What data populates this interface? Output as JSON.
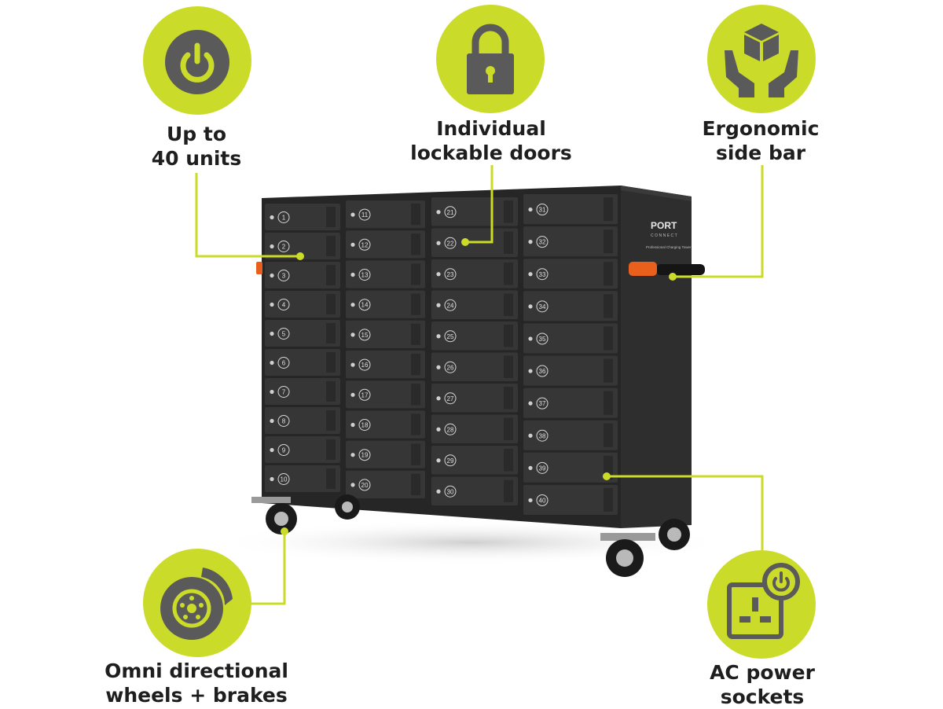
{
  "colors": {
    "accent": "#cbdb2a",
    "icon": "#5a5a5a",
    "cabinet": "#2b2b2b",
    "door": "#333333",
    "handle": "#e8601c"
  },
  "features": {
    "units": {
      "line1": "Up to",
      "line2": "40 units",
      "icon": "power-icon"
    },
    "doors": {
      "line1": "Individual",
      "line2": "lockable doors",
      "icon": "padlock-icon"
    },
    "sidebar": {
      "line1": "Ergonomic",
      "line2": "side bar",
      "icon": "hands-box-icon"
    },
    "wheels": {
      "line1": "Omni directional",
      "line2": "wheels  + brakes",
      "icon": "brake-disc-icon"
    },
    "power": {
      "line1": "AC power",
      "line2": "sockets",
      "icon": "power-socket-icon"
    }
  },
  "cabinet": {
    "brand": "PORT",
    "brand_sub": "CONNECT",
    "tagline": "Professional Charging Tower",
    "bays": [
      "1",
      "2",
      "3",
      "4",
      "5",
      "6",
      "7",
      "8",
      "9",
      "10",
      "11",
      "12",
      "13",
      "14",
      "15",
      "16",
      "17",
      "18",
      "19",
      "20",
      "21",
      "22",
      "23",
      "24",
      "25",
      "26",
      "27",
      "28",
      "29",
      "30",
      "31",
      "32",
      "33",
      "34",
      "35",
      "36",
      "37",
      "38",
      "39",
      "40"
    ]
  }
}
